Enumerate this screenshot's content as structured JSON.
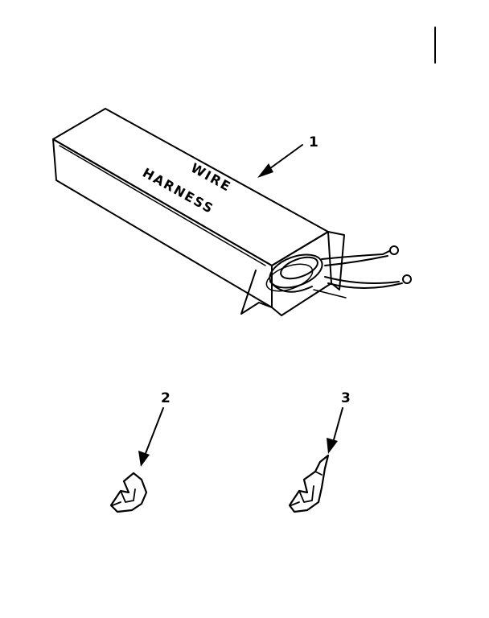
{
  "parts": [
    {
      "callout": "1",
      "icon": "wire-harness-box-icon"
    },
    {
      "callout": "2",
      "icon": "terminal-connector-icon"
    },
    {
      "callout": "3",
      "icon": "terminal-connector-icon"
    }
  ],
  "box_label": {
    "line1": "WIRE",
    "line2": "HARNESS"
  },
  "colors": {
    "ink": "#000000",
    "paper": "#ffffff"
  }
}
